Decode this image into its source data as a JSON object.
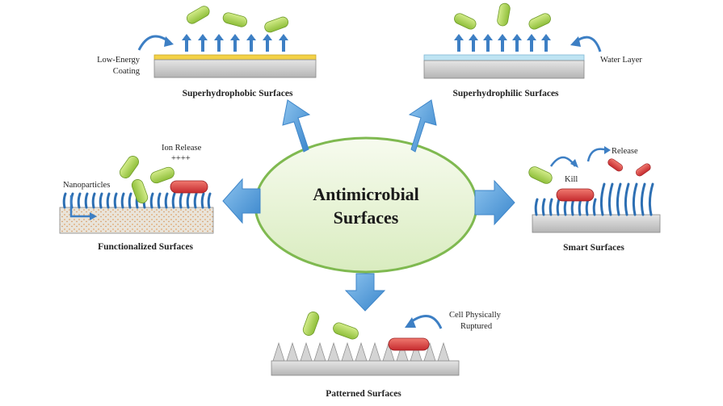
{
  "center": {
    "line1": "Antimicrobial",
    "line2": "Surfaces"
  },
  "panels": {
    "superhydrophobic": {
      "title": "Superhydrophobic Surfaces",
      "annotation_1": "Low-Energy",
      "annotation_2": "Coating"
    },
    "superhydrophilic": {
      "title": "Superhydrophilic Surfaces",
      "annotation": "Water Layer"
    },
    "functionalized": {
      "title": "Functionalized Surfaces",
      "label_nanoparticles": "Nanoparticles",
      "label_ion_release": "Ion Release",
      "label_plus": "++++"
    },
    "smart": {
      "title": "Smart Surfaces",
      "label_kill": "Kill",
      "label_release": "Release"
    },
    "patterned": {
      "title": "Patterned Surfaces",
      "annotation_1": "Cell Physically",
      "annotation_2": "Ruptured"
    }
  },
  "colors": {
    "arrow_blue": "#4d95d4",
    "ellipse_fill": "#e8f3d6",
    "ellipse_stroke": "#7fb950",
    "bacteria_green": "#a9cf52",
    "bacteria_red": "#d8363a",
    "coating_yellow": "#f3d147",
    "water_blue": "#bfe4f3",
    "surface_gray": "#c9c9c9",
    "brush_blue": "#2d6fb3",
    "np_orange": "#e2a66b"
  }
}
